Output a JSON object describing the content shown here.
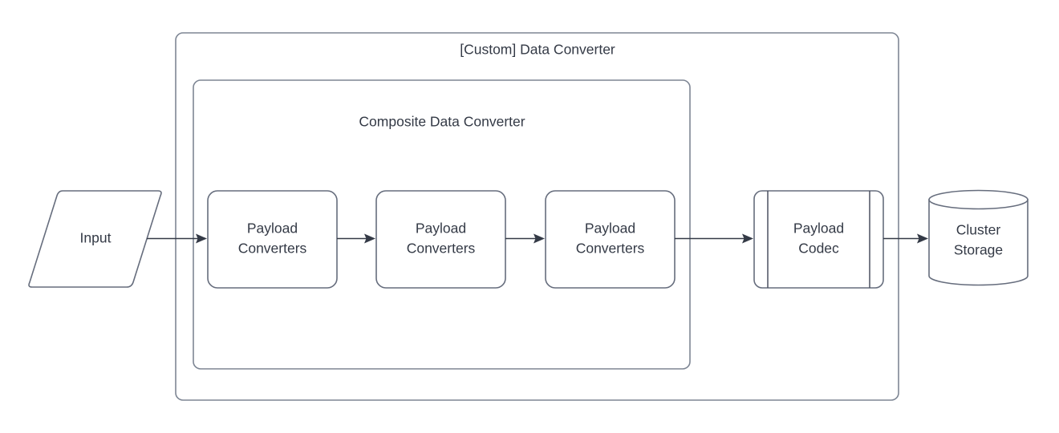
{
  "diagram": {
    "title": "[Custom] Data Converter",
    "background_color": "#ffffff",
    "stroke_color": "#7e8694",
    "text_color": "#343a46",
    "outer_container": {
      "label": "[Custom] Data Converter",
      "name": "custom-data-converter"
    },
    "inner_container": {
      "label": "Composite Data Converter",
      "name": "composite-data-converter"
    },
    "nodes": [
      {
        "id": "input",
        "label": "Input",
        "shape": "parallelogram",
        "lines": [
          "Input"
        ]
      },
      {
        "id": "payload-converters-1",
        "label": "Payload Converters",
        "shape": "rounded-rectangle",
        "lines": [
          "Payload",
          "Converters"
        ]
      },
      {
        "id": "payload-converters-2",
        "label": "Payload Converters",
        "shape": "rounded-rectangle",
        "lines": [
          "Payload",
          "Converters"
        ]
      },
      {
        "id": "payload-converters-3",
        "label": "Payload Converters",
        "shape": "rounded-rectangle",
        "lines": [
          "Payload",
          "Converters"
        ]
      },
      {
        "id": "payload-codec",
        "label": "Payload Codec",
        "shape": "subprocess",
        "lines": [
          "Payload",
          "Codec"
        ]
      },
      {
        "id": "cluster-storage",
        "label": "Cluster Storage",
        "shape": "cylinder",
        "lines": [
          "Cluster",
          "Storage"
        ]
      }
    ],
    "edges": [
      {
        "id": "edge-input-to-pc1",
        "from": "input",
        "to": "payload-converters-1",
        "arrow": "filled-triangle"
      },
      {
        "id": "edge-pc1-to-pc2",
        "from": "payload-converters-1",
        "to": "payload-converters-2",
        "arrow": "filled-triangle"
      },
      {
        "id": "edge-pc2-to-pc3",
        "from": "payload-converters-2",
        "to": "payload-converters-3",
        "arrow": "filled-triangle"
      },
      {
        "id": "edge-pc3-to-codec",
        "from": "payload-converters-3",
        "to": "payload-codec",
        "arrow": "filled-triangle"
      },
      {
        "id": "edge-codec-to-storage",
        "from": "payload-codec",
        "to": "cluster-storage",
        "arrow": "filled-triangle"
      }
    ]
  }
}
